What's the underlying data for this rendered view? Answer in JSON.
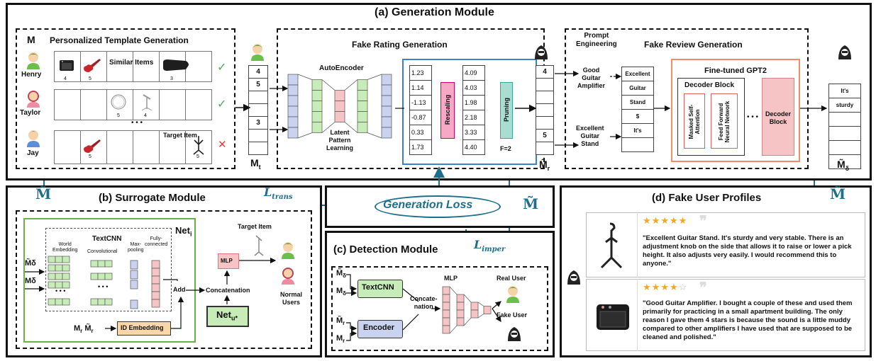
{
  "panels": {
    "generation": "(a) Generation Module",
    "surrogate": "(b) Surrogate Module",
    "detection": "(c) Detection Module",
    "profiles": "(d) Fake User Profiles"
  },
  "template": {
    "m_label": "M",
    "title": "Personalized Template Generation",
    "users": [
      "Henry",
      "Taylor",
      "Jay"
    ],
    "similar_items": "Similar Items",
    "target_item": "Target Item",
    "ratings_henry": [
      "4",
      "5",
      "3"
    ],
    "ratings_taylor": [
      "5",
      "4"
    ],
    "ratings_jay": [
      "5",
      "5"
    ],
    "ellipsis": "• • •",
    "mt": "M",
    "mt_sub": "t"
  },
  "mt_vector": [
    "4",
    "5",
    "3"
  ],
  "rating": {
    "title": "Fake Rating Generation",
    "autoencoder": "AutoEncoder",
    "latent": "Latent\nPattern\nLearning",
    "before": [
      "1.23",
      "1.14",
      "-1.13",
      "-0.87",
      "0.33",
      "1.73"
    ],
    "after": [
      "4.09",
      "4.03",
      "1.98",
      "2.18",
      "3.33",
      "4.40"
    ],
    "rescaling": "Rescaling",
    "pruning": "Pruning",
    "f": "F=2"
  },
  "mr_vector": [
    "4",
    "5"
  ],
  "mr_label": "M̃",
  "mr_sub": "r",
  "review": {
    "prompt": "Prompt\nEngineering",
    "title": "Fake Review Generation",
    "input1": "Good\nGuitar\nAmplifier",
    "input2": "Excellent\nGuitar\nStand",
    "tokens": [
      "Excellent",
      "Guitar",
      "Stand",
      "$",
      "It's"
    ],
    "gpt": "Fine-tuned GPT2",
    "decoder": "Decoder  Block",
    "masked": "Masked Self-\nAttention",
    "ffn": "Feed Forward\nNeural Network",
    "dots": "• • •",
    "decoder2": "Decoder\nBlock"
  },
  "output_vector": [
    "It's",
    "sturdy"
  ],
  "md_label": "M̃",
  "md_sub": "δ",
  "loss": {
    "generation": "Generation Loss",
    "l_trans": "L",
    "l_trans_sub": "trans",
    "l_imper": "L",
    "l_imper_sub": "imper",
    "m_tilde": "M̃"
  },
  "surrogate": {
    "m_tilde": "M̃",
    "textcnn": "TextCNN",
    "net_i": "Net",
    "net_i_sub": "i",
    "world_emb": "World\nEmbedding",
    "conv": "Convolutional",
    "maxpool": "Max-\npooling",
    "fc": "Fully-\nconnected",
    "input_md": "M̃δ",
    "input_m": "Mδ",
    "add": "Add",
    "mlp": "MLP",
    "target_item": "Target Item",
    "concat": "Concatenation",
    "normal_users": "Normal\nUsers",
    "net_u": "Net",
    "net_u_sub": "u*",
    "mr_inputs": "M",
    "mr_inputs2": "M̃",
    "id_emb": "ID Embedding"
  },
  "detection": {
    "in1": "M̃",
    "in1_sub": "δ",
    "in2": "M",
    "in2_sub": "δ",
    "in3": "M̃",
    "in3_sub": "r",
    "in4": "M",
    "in4_sub": "r",
    "textcnn": "TextCNN",
    "encoder": "Encoder",
    "concat": "Concate-\nnation",
    "mlp": "MLP",
    "real": "Real User",
    "fake": "Fake User"
  },
  "profiles": {
    "m_tilde": "M̃",
    "review1_rating": 5,
    "review1_lead": "Excellent Guitar Stand",
    "review1_text": "\"Excellent Guitar Stand. It's sturdy and very stable. There is an adjustment knob on the side that allows it to raise or lower a pick height. It also adjusts very easily. I would recommend this to anyone.\"",
    "review2_rating": 4,
    "review2_text": "\"Good Guitar Amplifier. I bought a couple of these and used them primarily for practicing in a small apartment building. The only reason I gave them 4 stars is because the sound is a little muddy compared to other amplifiers I have used that are supposed to be cleaned and polished.\""
  },
  "colors": {
    "teal": "#1f6e8c",
    "blue_node": "#c9d3f0",
    "green_node": "#c8ecb8",
    "pink_node": "#f6c4c4",
    "rescale": "#f7a8c4",
    "prune": "#a8ddd2",
    "gpt_border": "#f08c6c",
    "green_border": "#6bb14a",
    "star": "#f5a623"
  }
}
